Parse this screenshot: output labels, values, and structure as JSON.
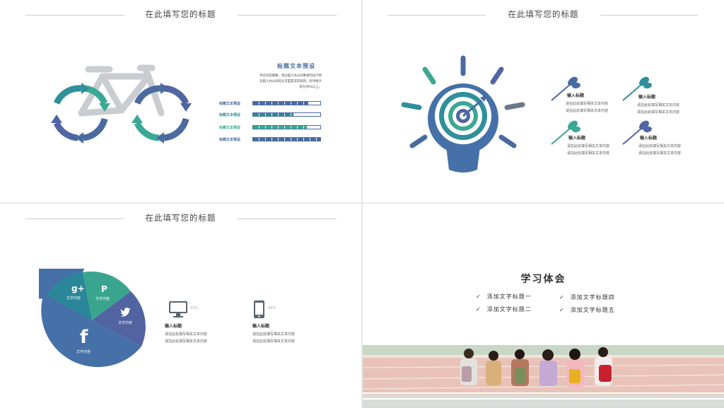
{
  "slide1": {
    "title": "在此填写您的标题",
    "heading": "标题文本预设",
    "paragraph": [
      "评论比较重要，用过超人办公同素材的设计师",
      "对超人办公同的认可度是非常高的，好评统计",
      "率在99%以上。"
    ],
    "bars": [
      {
        "label": "标题文本预设",
        "value": 0.82,
        "color": "#4a6aa0"
      },
      {
        "label": "标题文本预设",
        "value": 0.6,
        "color": "#2e8a9a"
      },
      {
        "label": "标题文本预设",
        "value": 0.8,
        "color": "#3aa894"
      },
      {
        "label": "标题文本预设",
        "value": 1.0,
        "color": "#4a6aa0"
      }
    ]
  },
  "slide2": {
    "title": "在此填写您的标题",
    "items": [
      {
        "title": "输入标题",
        "lines": [
          "请在此处填写相关文本内容",
          "请在此处填写相关文本内容"
        ]
      },
      {
        "title": "输入标题",
        "lines": [
          "请在此处填写相关文本内容",
          "请在此处填写相关文本内容"
        ]
      },
      {
        "title": "输入标题",
        "lines": [
          "请在此处填写相关文本内容",
          "请在此处填写相关文本内容"
        ]
      },
      {
        "title": "输入标题",
        "lines": [
          "请在此处填写相关文本内容",
          "请在此处填写相关文本内容"
        ]
      }
    ]
  },
  "slide3": {
    "title": "在此填写您的标题",
    "pie": [
      {
        "icon": "google-plus-icon",
        "glyph": "g+",
        "label": "文字内容",
        "color": "#2a8799"
      },
      {
        "icon": "pinterest-icon",
        "glyph": "P",
        "label": "文字内容",
        "color": "#3aa58f"
      },
      {
        "icon": "twitter-icon",
        "glyph": "🐦",
        "label": "文字内容",
        "color": "#5163a0"
      },
      {
        "icon": "facebook-icon",
        "glyph": "f",
        "label": "文字内容",
        "color": "#4670a8"
      }
    ],
    "devices": [
      {
        "icon": "monitor-icon",
        "percent": "42%",
        "title": "输入标题",
        "lines": [
          "请在此处填写相关文本内容",
          "请在此处填写相关文本内容"
        ]
      },
      {
        "icon": "phone-icon",
        "percent": "18%",
        "title": "输入标题",
        "lines": [
          "请在此处填写相关文本内容",
          "请在此处填写相关文本内容"
        ]
      }
    ]
  },
  "slide4": {
    "title": "学习体会",
    "checks_left": [
      "添加文字标题一",
      "添加文字标题二"
    ],
    "checks_right": [
      "添加文字标题四",
      "添加文字标题五"
    ],
    "check_mark": "✓"
  }
}
